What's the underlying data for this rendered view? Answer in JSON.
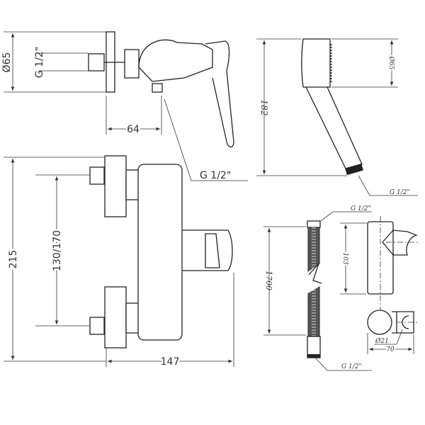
{
  "title": "Shower mixer technical drawing",
  "mixer_top_view": {
    "dim_diameter": "Ø65",
    "dim_thread": "G 1/2\"",
    "dim_depth": "64",
    "thread_callout": "G 1/2\""
  },
  "mixer_front_view": {
    "dim_height": "215",
    "dim_centers": "130/170",
    "dim_width": "147"
  },
  "hand_shower": {
    "dim_length": "182",
    "dim_diameter": "Ø65",
    "thread_callout": "G 1/2\""
  },
  "hose": {
    "dim_length": "1700",
    "thread_top": "G 1/2\"",
    "thread_bottom": "G 1/2\""
  },
  "holder": {
    "dim_height": "103",
    "dim_bore": "Ø21",
    "dim_width": "70"
  }
}
